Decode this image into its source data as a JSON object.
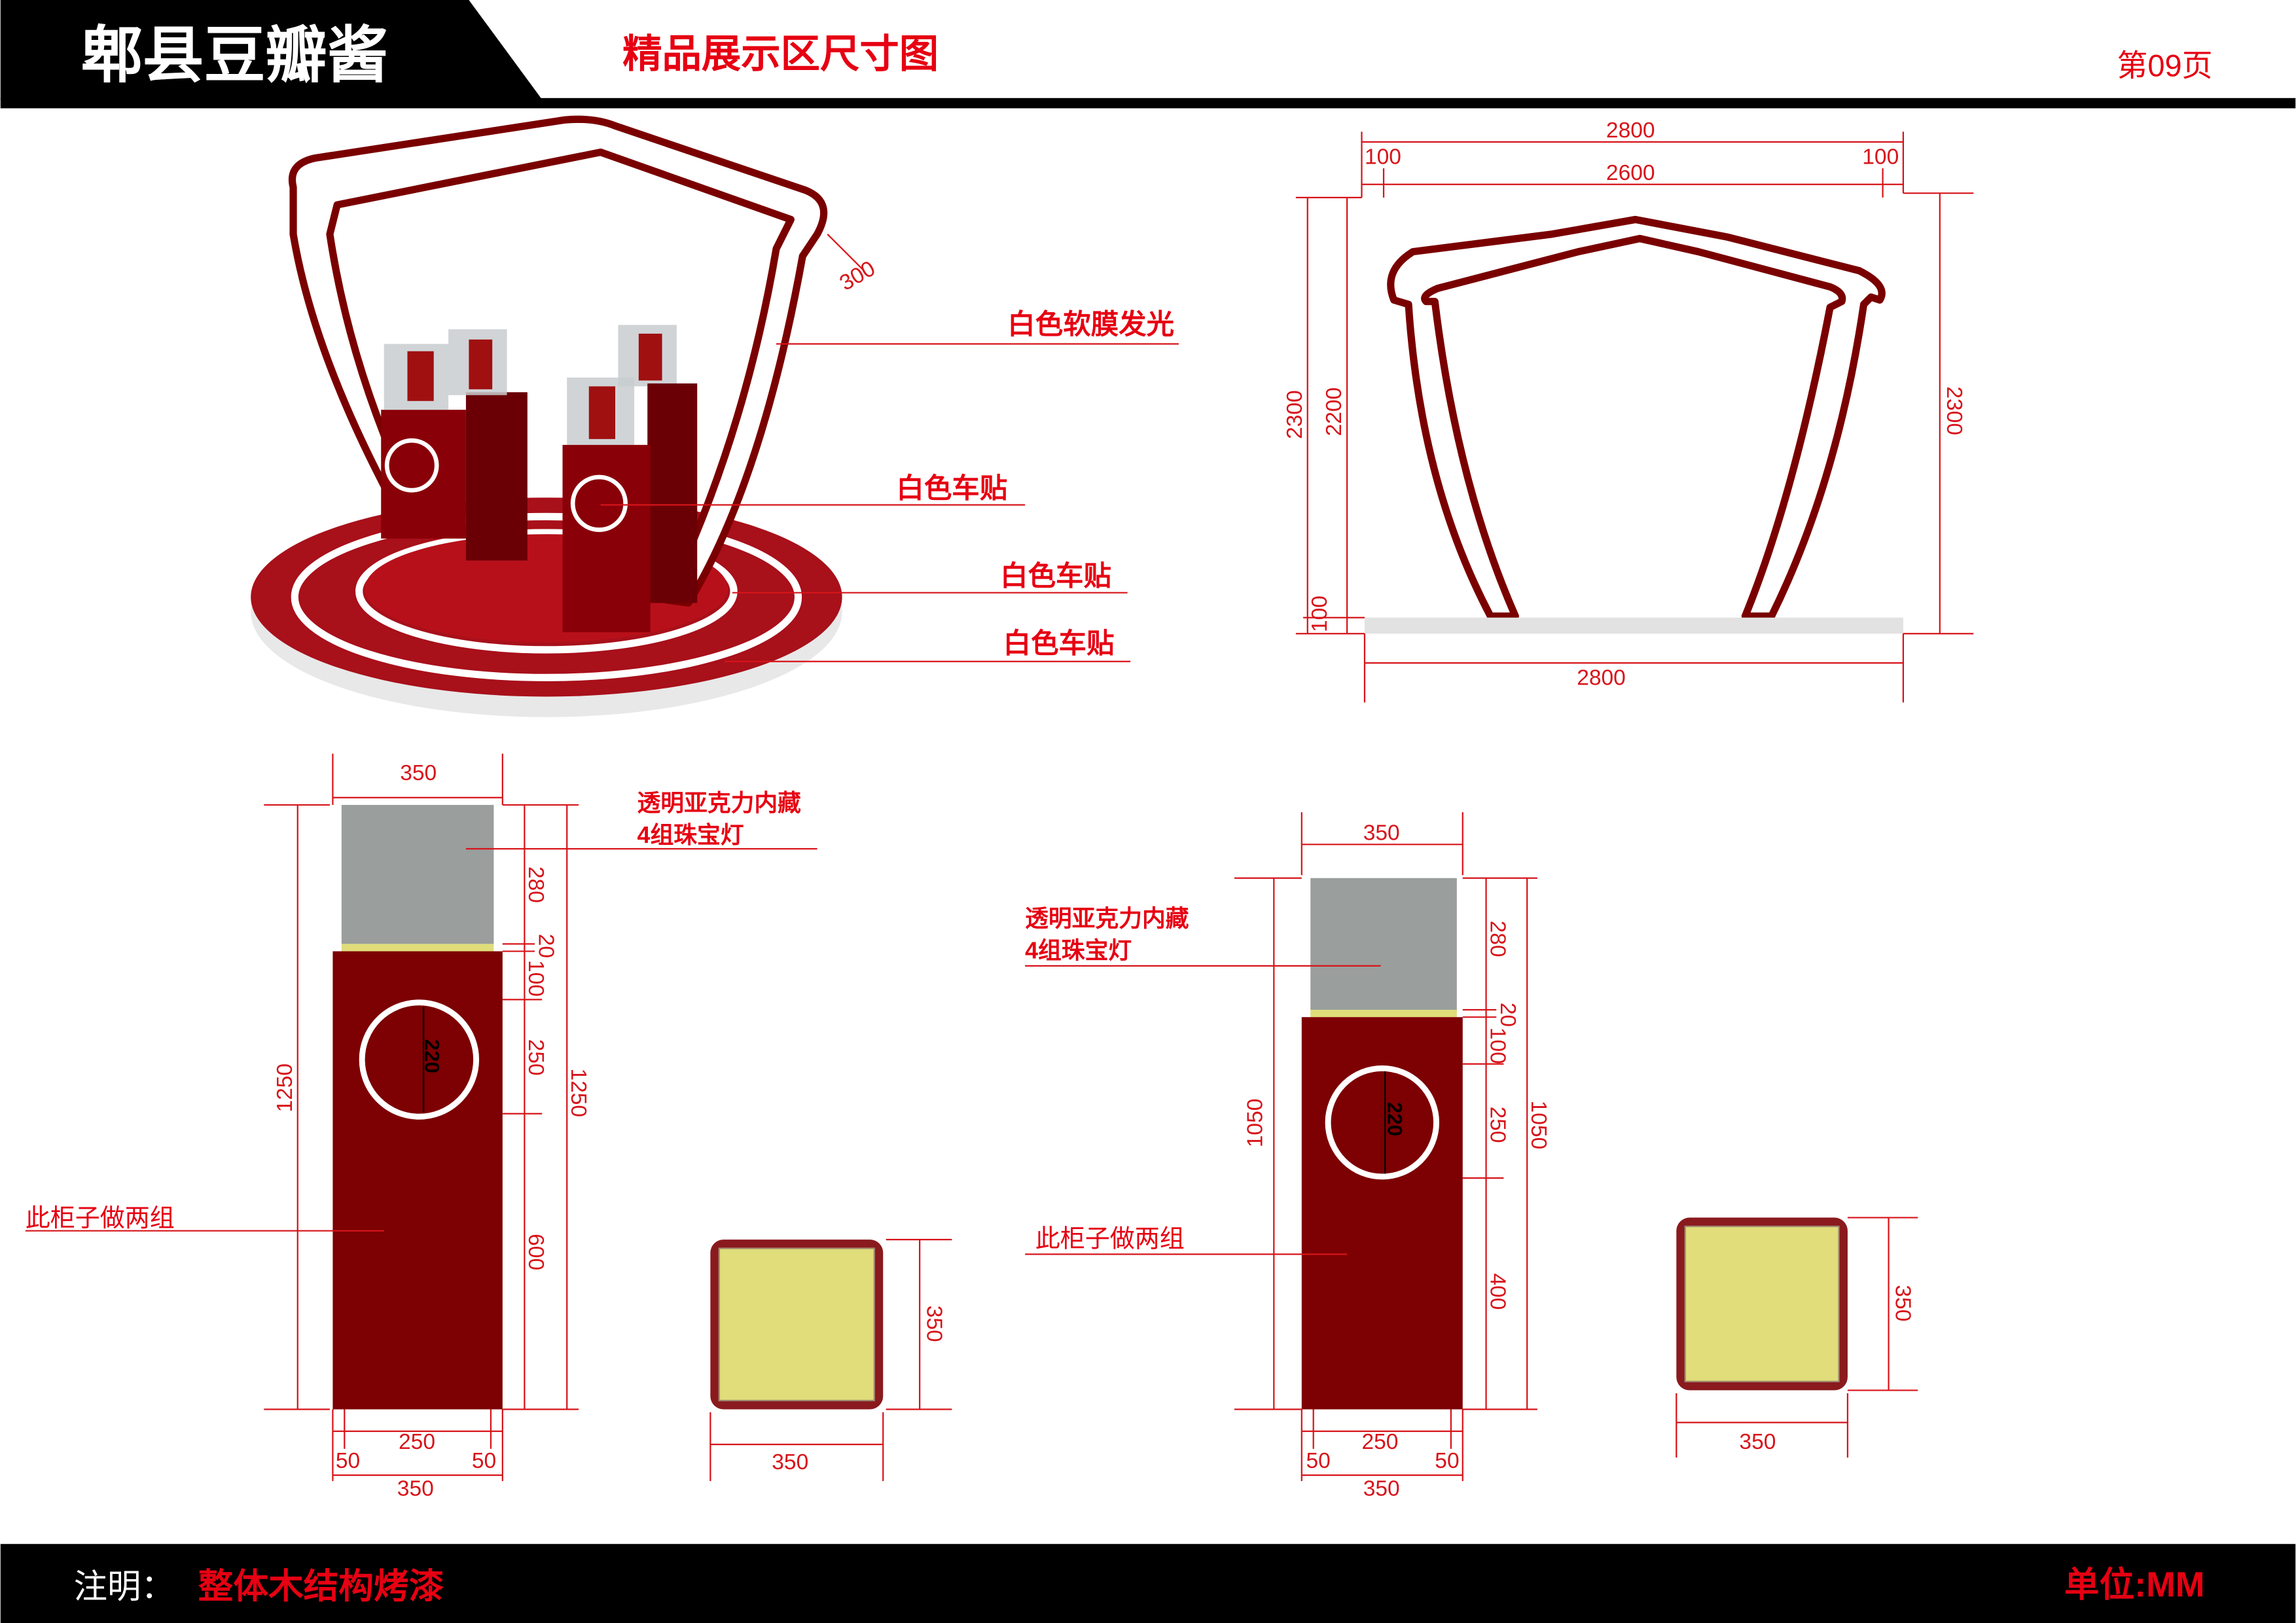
{
  "header": {
    "brand": "郫县豆瓣酱",
    "title": "精品展示区尺寸图",
    "page": "第09页"
  },
  "footer": {
    "note_label": "注明：",
    "note": "整体木结构烤漆",
    "unit": "单位:MM"
  },
  "render_view": {
    "depth_dim": "300",
    "callouts": [
      "白色软膜发光",
      "白色车贴",
      "白色车贴",
      "白色车贴"
    ]
  },
  "front_view": {
    "total_width_top": "2800",
    "inner_width": "2600",
    "side_left": "100",
    "side_right": "100",
    "height_total_left": "2300",
    "height_arch": "2200",
    "base_height": "100",
    "height_total_right": "2300",
    "total_width_bottom": "2800"
  },
  "cabinet_tall": {
    "top_width": "350",
    "height_left": "1250",
    "height_right": "1250",
    "segments": [
      "280",
      "20",
      "100",
      "250",
      "600"
    ],
    "circle_dia": "220",
    "bottom_inner": "250",
    "bottom_left": "50",
    "bottom_right": "50",
    "bottom_total": "350",
    "note_line1": "透明亚克力内藏",
    "note_line2": "4组珠宝灯",
    "group_note": "此柜子做两组",
    "plan_depth": "350",
    "plan_width": "350"
  },
  "cabinet_short": {
    "top_width": "350",
    "height_left": "1050",
    "height_right": "1050",
    "segments": [
      "280",
      "20",
      "100",
      "250",
      "400"
    ],
    "circle_dia": "220",
    "bottom_inner": "250",
    "bottom_left": "50",
    "bottom_right": "50",
    "bottom_total": "350",
    "note_line1": "透明亚克力内藏",
    "note_line2": "4组珠宝灯",
    "group_note": "此柜子做两组",
    "plan_depth": "350",
    "plan_width": "350"
  },
  "colors": {
    "brand_red": "#7a0000",
    "dim_red": "#d7141a",
    "acrylic": "#9a9e9c",
    "top_yellow": "#e0dd7a"
  }
}
